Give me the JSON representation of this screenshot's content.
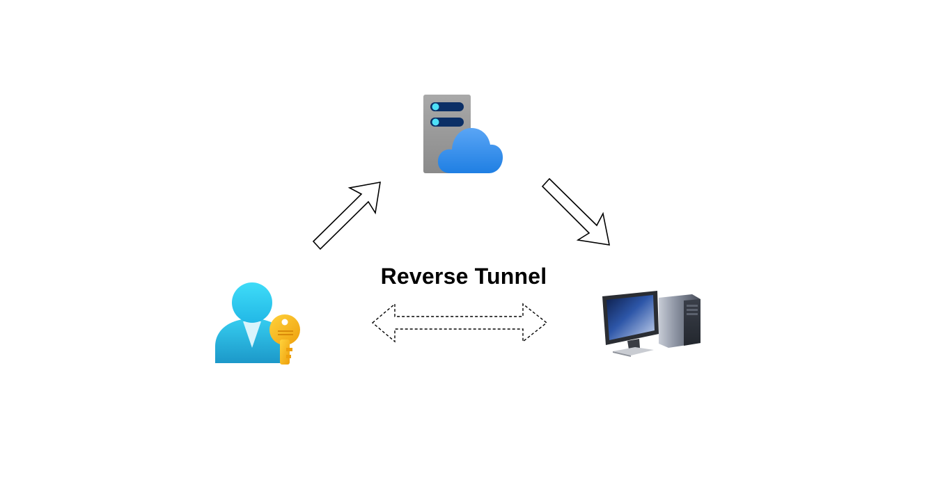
{
  "diagram": {
    "label": "Reverse Tunnel",
    "nodes": [
      {
        "id": "user",
        "icon": "user-key-icon"
      },
      {
        "id": "server",
        "icon": "cloud-server-icon"
      },
      {
        "id": "computer",
        "icon": "desktop-computer-icon"
      }
    ],
    "edges": [
      {
        "from": "user",
        "to": "server",
        "style": "solid",
        "direction": "forward"
      },
      {
        "from": "server",
        "to": "computer",
        "style": "solid",
        "direction": "forward"
      },
      {
        "from": "user",
        "to": "computer",
        "style": "dashed",
        "direction": "both"
      }
    ]
  },
  "colors": {
    "user_body": "#1fa8d4",
    "user_head": "#32d4f5",
    "key": "#f5b920",
    "server_case": "#9a9a9a",
    "server_slot": "#0b2f66",
    "server_led": "#4ee0f7",
    "cloud": "#3a8ef0",
    "monitor_screen": "#2b4f9e",
    "arrow_stroke": "#000000"
  }
}
